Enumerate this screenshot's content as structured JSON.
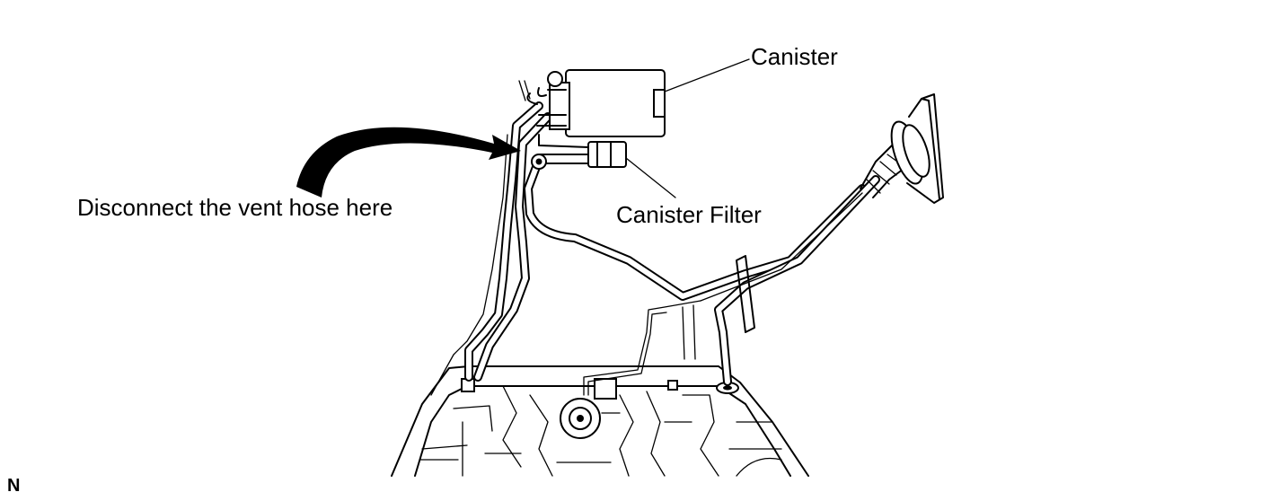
{
  "labels": {
    "canister": "Canister",
    "canister_filter": "Canister Filter",
    "vent_instruction": "Disconnect the vent hose here",
    "figure_code": "N"
  },
  "colors": {
    "ink": "#000000",
    "paper": "#ffffff"
  }
}
